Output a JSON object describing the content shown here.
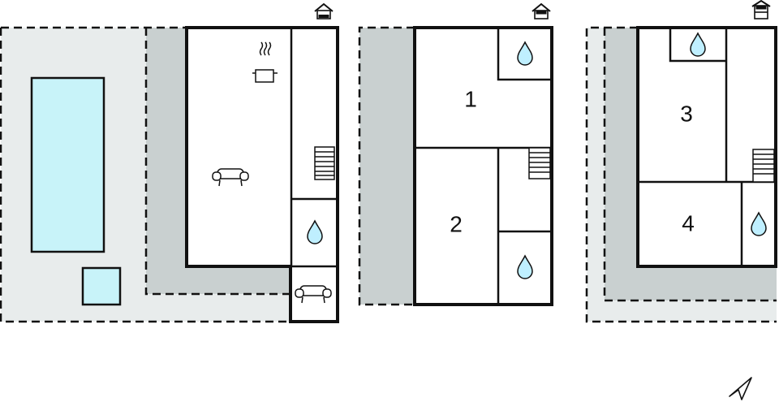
{
  "floors": [
    {
      "name": "ground-floor",
      "level_icon": "house-level-ground-icon",
      "rooms": []
    },
    {
      "name": "first-floor",
      "level_icon": "house-level-first-icon",
      "rooms": [
        {
          "number": "1"
        },
        {
          "number": "2"
        }
      ]
    },
    {
      "name": "second-floor",
      "level_icon": "house-level-second-icon",
      "rooms": [
        {
          "number": "3"
        },
        {
          "number": "4"
        }
      ]
    }
  ],
  "icons": [
    "pool",
    "kitchen-pot-icon",
    "sofa-icon",
    "stairs-icon",
    "water-drop-icon",
    "north-arrow-icon"
  ],
  "colors": {
    "wall": "#111111",
    "terrace": "#e8ecec",
    "shade": "#c9d0d0",
    "pool": "#c8f3f9",
    "drop": "#bfefff"
  }
}
